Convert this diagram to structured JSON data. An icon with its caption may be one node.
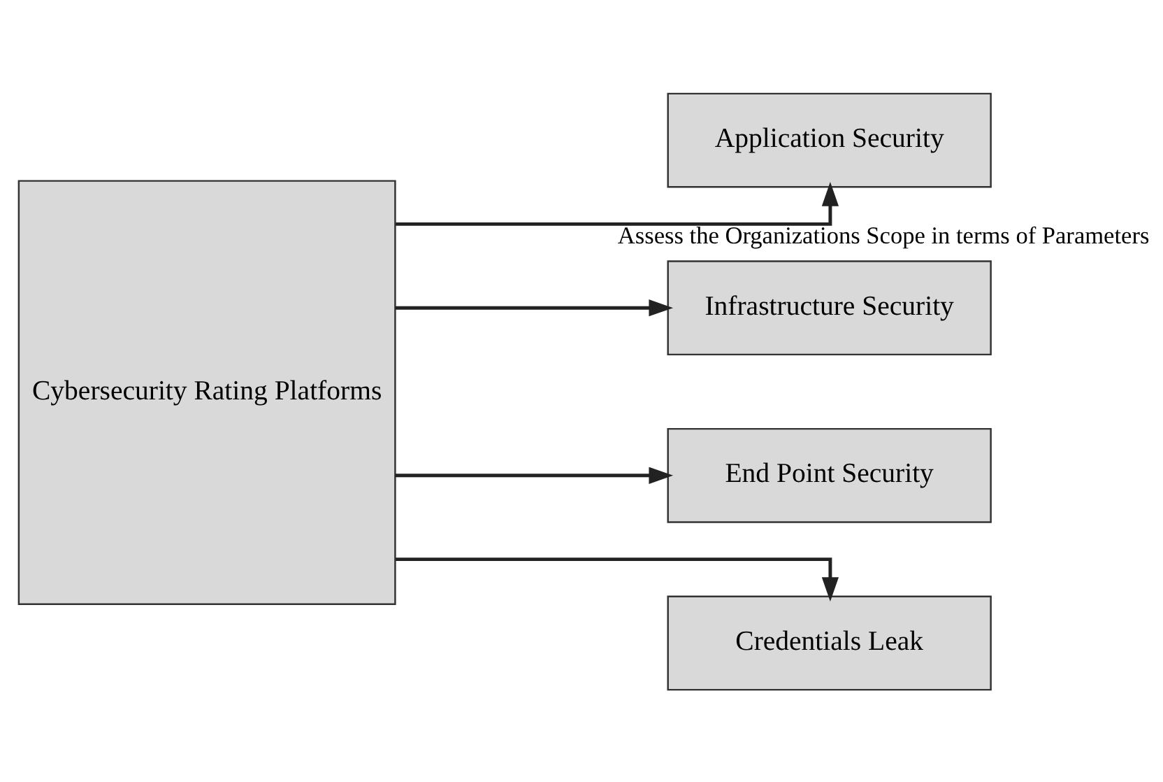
{
  "diagram": {
    "nodes": [
      {
        "text": [
          "Cybersecurity Rating Platforms"
        ]
      },
      {
        "text": [
          "Application Security"
        ]
      },
      {
        "text": [
          "Infrastructure Security"
        ]
      },
      {
        "text": [
          "End Point Security"
        ]
      },
      {
        "text": [
          "Credentials Leak"
        ]
      }
    ],
    "edges": [
      {
        "from": 0,
        "to": 1,
        "arrow": "to",
        "label": "Assess the Organizations Scope in terms of Parameters"
      },
      {
        "from": 0,
        "to": 2,
        "arrow": "to"
      },
      {
        "from": 0,
        "to": 3,
        "arrow": "to"
      },
      {
        "from": 0,
        "to": 4,
        "arrow": "to"
      }
    ]
  }
}
